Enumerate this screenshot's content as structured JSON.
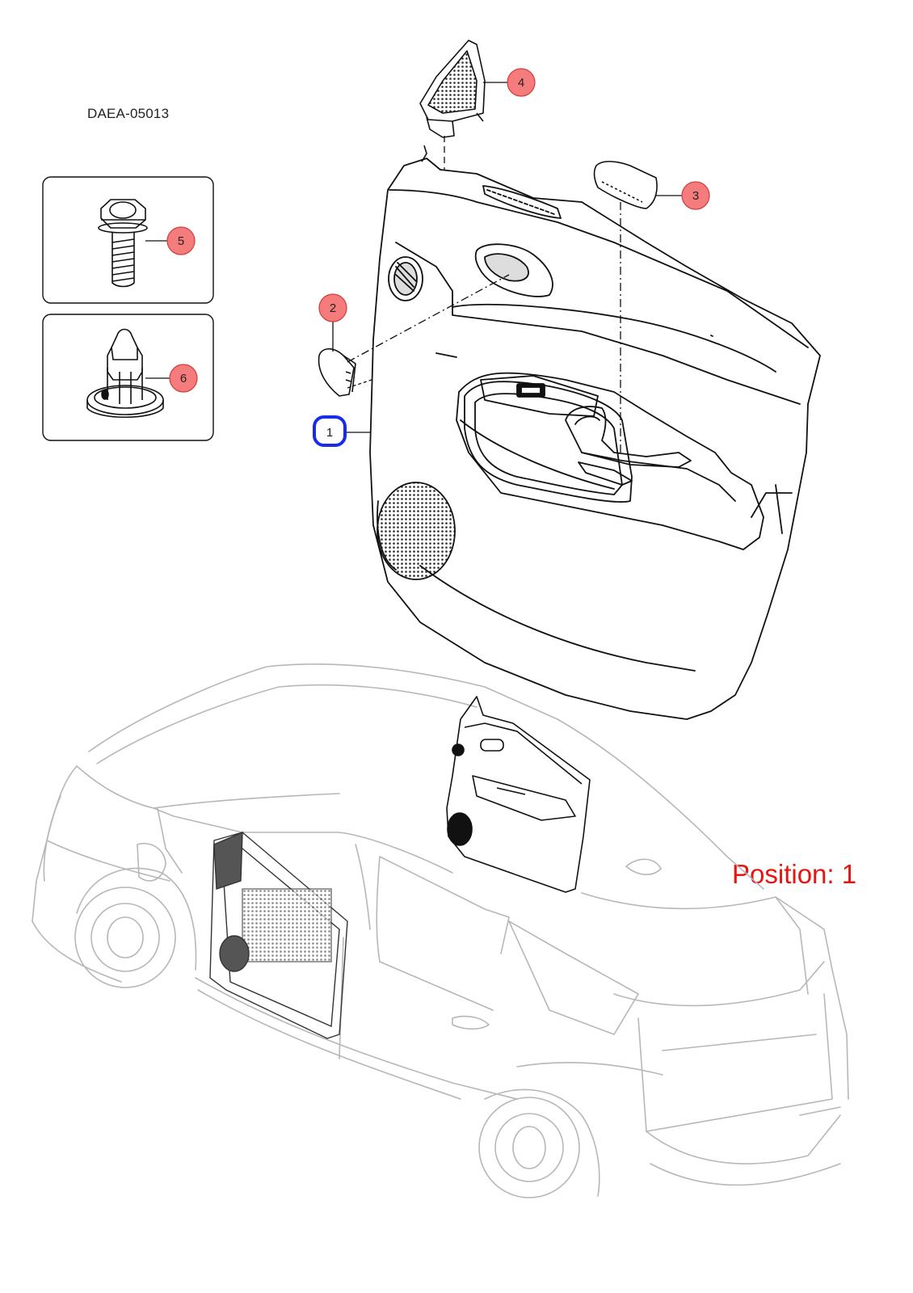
{
  "diagram_code": "DAEA-05013",
  "position_text": "Position: 1",
  "colors": {
    "callout_fill": "#f47c7c",
    "callout_stroke": "#d43a3a",
    "selected_stroke": "#1a2be8",
    "position_text": "#e8140f",
    "car_outline": "#b7b7b7",
    "part_outline": "#111111"
  },
  "callouts": [
    {
      "id": "1",
      "selected": true
    },
    {
      "id": "2",
      "selected": false
    },
    {
      "id": "3",
      "selected": false
    },
    {
      "id": "4",
      "selected": false
    },
    {
      "id": "5",
      "selected": false
    },
    {
      "id": "6",
      "selected": false
    }
  ],
  "parts": [
    {
      "callout": "1",
      "icon": "door-trim-panel-icon"
    },
    {
      "callout": "2",
      "icon": "pull-cup-cover-icon"
    },
    {
      "callout": "3",
      "icon": "switch-cover-icon"
    },
    {
      "callout": "4",
      "icon": "tweeter-garnish-icon"
    },
    {
      "callout": "5",
      "icon": "flange-bolt-icon"
    },
    {
      "callout": "6",
      "icon": "push-clip-icon"
    }
  ]
}
